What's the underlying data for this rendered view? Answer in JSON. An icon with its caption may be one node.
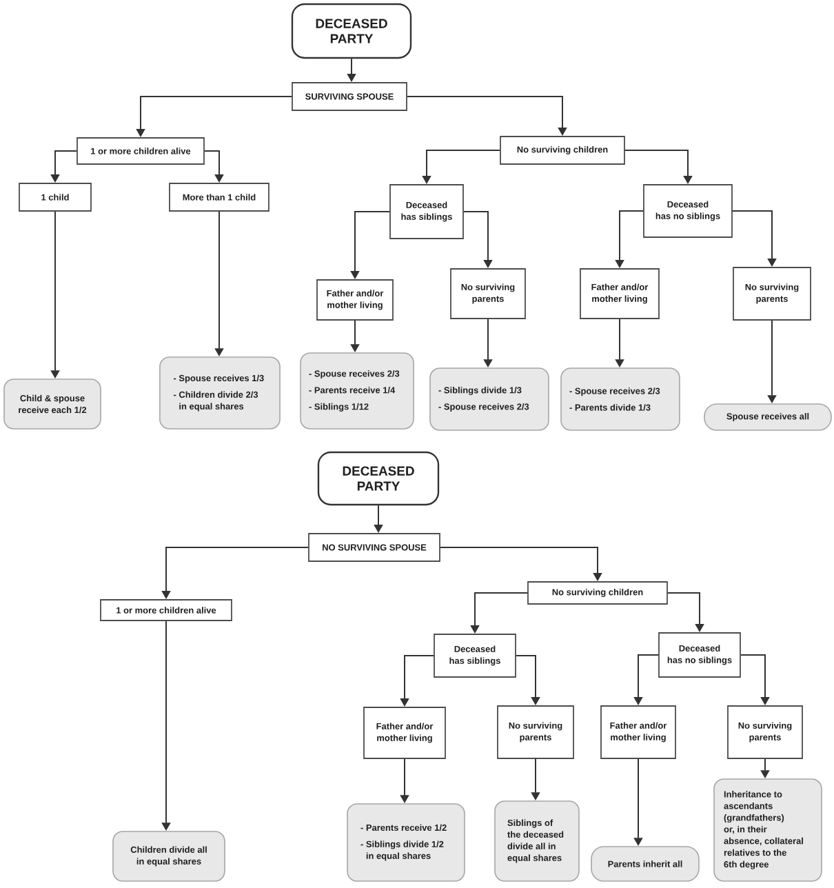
{
  "diagram": {
    "nodes": [
      {
        "text": [
          "DECEASED PARTY"
        ]
      },
      {
        "text": [
          "SURVIVING SPOUSE"
        ]
      },
      {
        "text": [
          "1 or more children alive"
        ]
      },
      {
        "text": [
          "No surviving children"
        ]
      },
      {
        "text": [
          "1 child"
        ]
      },
      {
        "text": [
          "More than 1 child"
        ]
      },
      {
        "text": [
          "Deceased has siblings"
        ]
      },
      {
        "text": [
          "Deceased has no siblings"
        ]
      },
      {
        "text": [
          "Father and/or mother living"
        ]
      },
      {
        "text": [
          "No surviving parents"
        ]
      },
      {
        "text": [
          "Father and/or mother living"
        ]
      },
      {
        "text": [
          "No surviving parents"
        ]
      },
      {
        "text": [
          "Child & spouse receive each 1/2"
        ]
      },
      {
        "text": [
          "- Spouse receives 1/3",
          "- Children divide 2/3 in equal shares"
        ]
      },
      {
        "text": [
          "- Spouse receives 2/3",
          "- Parents receive 1/4",
          "- Siblings 1/12"
        ]
      },
      {
        "text": [
          "- Siblings divide 1/3",
          "- Spouse receives 2/3"
        ]
      },
      {
        "text": [
          "- Spouse receives 2/3",
          "- Parents divide 1/3"
        ]
      },
      {
        "text": [
          "Spouse receives all"
        ]
      },
      {
        "text": [
          "DECEASED PARTY"
        ]
      },
      {
        "text": [
          "NO SURVIVING SPOUSE"
        ]
      },
      {
        "text": [
          "1 or more children alive"
        ]
      },
      {
        "text": [
          "No surviving children"
        ]
      },
      {
        "text": [
          "Deceased has siblings"
        ]
      },
      {
        "text": [
          "Deceased has no siblings"
        ]
      },
      {
        "text": [
          "Father and/or mother living"
        ]
      },
      {
        "text": [
          "No surviving parents"
        ]
      },
      {
        "text": [
          "Father and/or mother living"
        ]
      },
      {
        "text": [
          "No surviving parents"
        ]
      },
      {
        "text": [
          "Children divide all in equal shares"
        ]
      },
      {
        "text": [
          "- Parents receive 1/2",
          "- Siblings divide 1/2 in equal shares"
        ]
      },
      {
        "text": [
          "Siblings of the deceased divide all in equal shares"
        ]
      },
      {
        "text": [
          "Parents inherit all"
        ]
      },
      {
        "text": [
          "Inheritance to ascendants (grandfathers) or, in their absence, collateral relatives to the 6th degree"
        ]
      }
    ],
    "edges": [
      {
        "from": 0,
        "to": 1,
        "arrow": "to"
      },
      {
        "from": 1,
        "to": 2,
        "arrow": "to"
      },
      {
        "from": 1,
        "to": 3,
        "arrow": "to"
      },
      {
        "from": 2,
        "to": 4,
        "arrow": "to"
      },
      {
        "from": 2,
        "to": 5,
        "arrow": "to"
      },
      {
        "from": 3,
        "to": 6,
        "arrow": "to"
      },
      {
        "from": 3,
        "to": 7,
        "arrow": "to"
      },
      {
        "from": 4,
        "to": 12,
        "arrow": "to"
      },
      {
        "from": 5,
        "to": 13,
        "arrow": "to"
      },
      {
        "from": 6,
        "to": 8,
        "arrow": "to"
      },
      {
        "from": 6,
        "to": 9,
        "arrow": "to"
      },
      {
        "from": 7,
        "to": 10,
        "arrow": "to"
      },
      {
        "from": 7,
        "to": 11,
        "arrow": "to"
      },
      {
        "from": 8,
        "to": 14,
        "arrow": "to"
      },
      {
        "from": 9,
        "to": 15,
        "arrow": "to"
      },
      {
        "from": 10,
        "to": 16,
        "arrow": "to"
      },
      {
        "from": 11,
        "to": 17,
        "arrow": "to"
      },
      {
        "from": 18,
        "to": 19,
        "arrow": "to"
      },
      {
        "from": 19,
        "to": 20,
        "arrow": "to"
      },
      {
        "from": 19,
        "to": 21,
        "arrow": "to"
      },
      {
        "from": 20,
        "to": 28,
        "arrow": "to"
      },
      {
        "from": 21,
        "to": 22,
        "arrow": "to"
      },
      {
        "from": 21,
        "to": 23,
        "arrow": "to"
      },
      {
        "from": 22,
        "to": 24,
        "arrow": "to"
      },
      {
        "from": 22,
        "to": 25,
        "arrow": "to"
      },
      {
        "from": 23,
        "to": 26,
        "arrow": "to"
      },
      {
        "from": 23,
        "to": 27,
        "arrow": "to"
      },
      {
        "from": 24,
        "to": 29,
        "arrow": "to"
      },
      {
        "from": 25,
        "to": 30,
        "arrow": "to"
      },
      {
        "from": 26,
        "to": 31,
        "arrow": "to"
      },
      {
        "from": 27,
        "to": 32,
        "arrow": "to"
      }
    ]
  }
}
